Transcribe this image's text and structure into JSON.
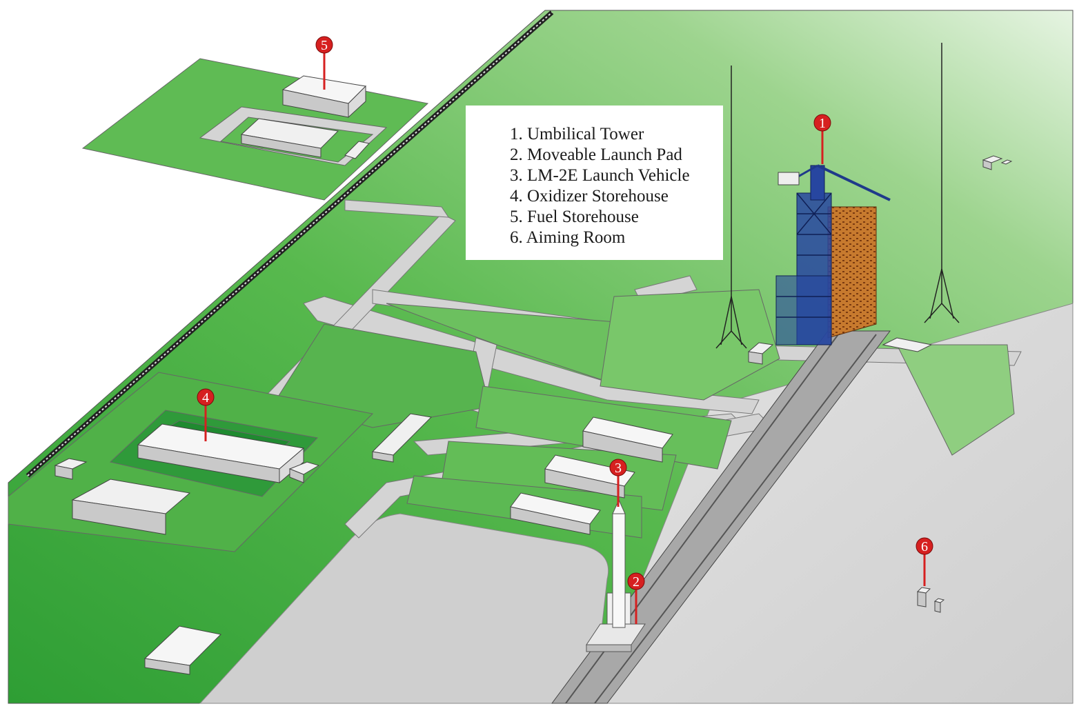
{
  "legend": {
    "items": [
      "1. Umbilical Tower",
      "2. Moveable Launch Pad",
      "3. LM-2E Launch Vehicle",
      "4. Oxidizer Storehouse",
      "5. Fuel Storehouse",
      "6. Aiming Room"
    ]
  },
  "markers": [
    {
      "id": "umbilical-tower",
      "label": "1"
    },
    {
      "id": "moveable-launch-pad",
      "label": "2"
    },
    {
      "id": "launch-vehicle",
      "label": "3"
    },
    {
      "id": "oxidizer-storehouse",
      "label": "4"
    },
    {
      "id": "fuel-storehouse",
      "label": "5"
    },
    {
      "id": "aiming-room",
      "label": "6"
    }
  ],
  "colors": {
    "grass": "#4cb84c",
    "grass_light": "#c8e6c0",
    "road": "#d4d4d4",
    "apron": "#d9d9d9",
    "tower_frame": "#1f3a8a",
    "tower_brick": "#b5651d",
    "marker": "#d62020",
    "building": "#f6f6f6"
  }
}
